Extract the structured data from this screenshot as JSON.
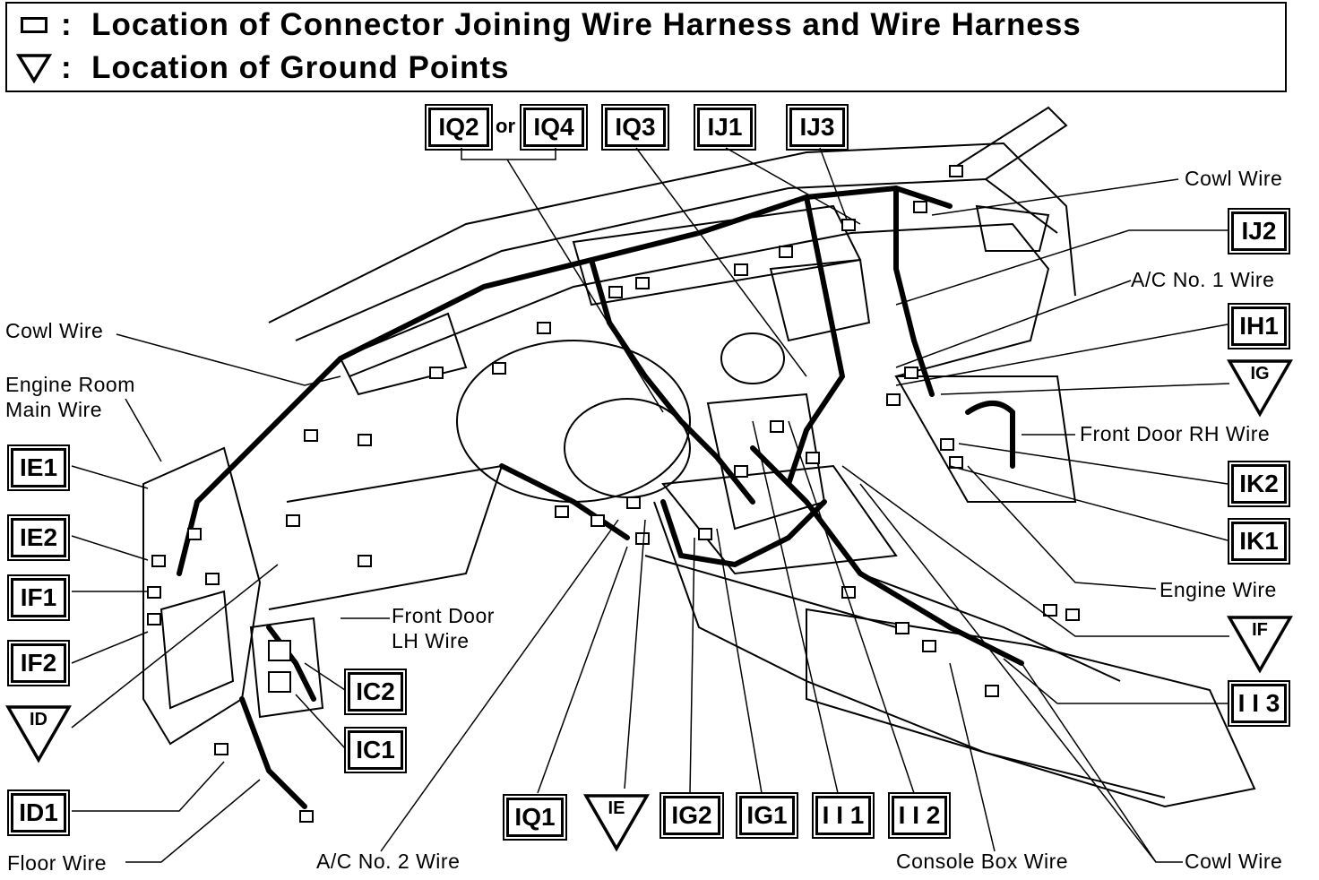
{
  "legend": {
    "connector": "Location of Connector Joining Wire Harness and Wire Harness",
    "ground": "Location of Ground Points",
    "separator": ":"
  },
  "connectors": {
    "IQ2": "IQ2",
    "or": "or",
    "IQ4": "IQ4",
    "IQ3": "IQ3",
    "IJ1": "IJ1",
    "IJ3": "IJ3",
    "IJ2": "IJ2",
    "IH1": "IH1",
    "IK2": "IK2",
    "IK1": "IK1",
    "II3": "I I 3",
    "IE1": "IE1",
    "IE2": "IE2",
    "IF1": "IF1",
    "IF2": "IF2",
    "ID1": "ID1",
    "IC2": "IC2",
    "IC1": "IC1",
    "IQ1": "IQ1",
    "IG2": "IG2",
    "IG1": "IG1",
    "II1": "I I 1",
    "II2": "I I 2"
  },
  "grounds": {
    "IG": "IG",
    "IF": "IF",
    "ID": "ID",
    "IE": "IE"
  },
  "wires": {
    "cowl_top_right": "Cowl Wire",
    "ac1": "A/C No. 1 Wire",
    "front_door_rh": "Front Door RH Wire",
    "engine": "Engine Wire",
    "cowl_left": "Cowl Wire",
    "engine_room_1": "Engine Room",
    "engine_room_2": "Main Wire",
    "front_door_lh_1": "Front Door",
    "front_door_lh_2": "LH Wire",
    "floor": "Floor Wire",
    "ac2": "A/C No. 2 Wire",
    "console_box": "Console Box Wire",
    "cowl_bottom_right": "Cowl Wire"
  }
}
